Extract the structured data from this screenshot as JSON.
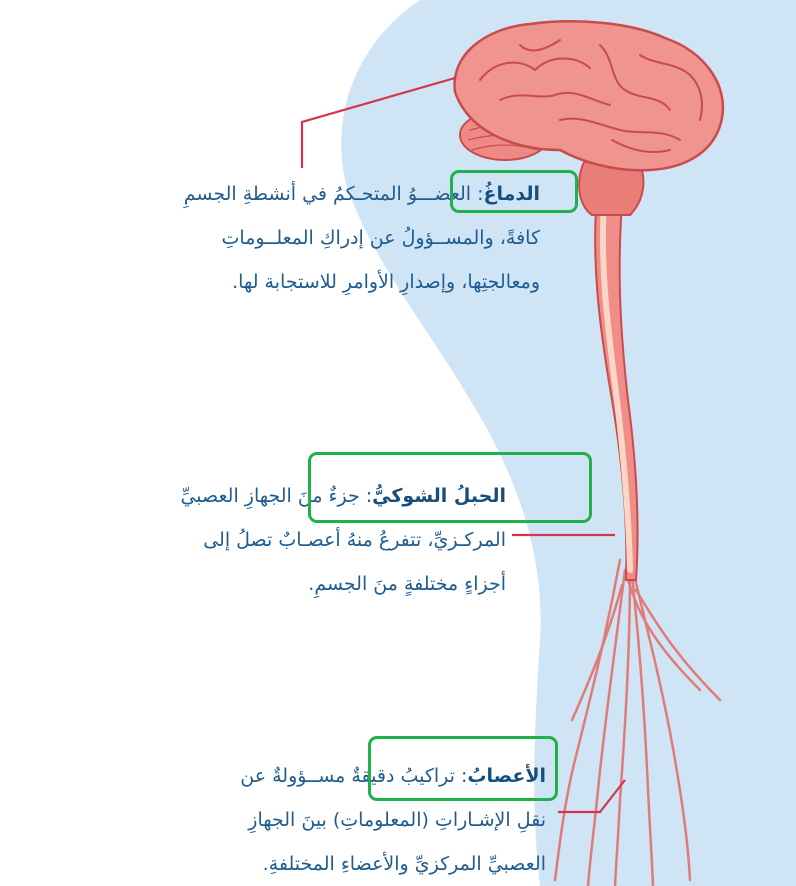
{
  "colors": {
    "text": "#1f5c8f",
    "term": "#174e7d",
    "background_shape": "#cfe4f5",
    "highlight_box": "#22b04b",
    "leader_line": "#d6344a",
    "organ_fill": "#ef8e88",
    "organ_stroke": "#c94b4b",
    "cord_center": "#f9d6c6"
  },
  "brain": {
    "term": "الدماغُ",
    "line1_rest": ": العضـــوُ المتحـكمُ في أنشطةِ الجسمِ",
    "line2": "كافةً، والمســؤولُ عن إدراكِ المعلــوماتِ",
    "line3": "ومعالجتِها، وإصدارِ الأوامرِ للاستجابة لها."
  },
  "spinal_cord": {
    "term": "الحبلُ الشوكيُّ",
    "line1_rest": ": جزءٌ منَ الجهازِ العصبيِّ",
    "line2": "المركـزيِّ، تتفرعُ منهُ أعصـابٌ تصلُ إلى",
    "line3": "أجزاءٍ مختلفةٍ منَ الجسمِ."
  },
  "nerves": {
    "term": "الأعصابُ",
    "line1_rest": ": تراكيبُ دقيقةٌ مســؤولةٌ عن",
    "line2": "نقلِ الإشـاراتِ (المعلوماتِ) بينَ الجهازِ",
    "line3": "العصبيِّ المركزيِّ والأعضاءِ المختلفةِ."
  }
}
